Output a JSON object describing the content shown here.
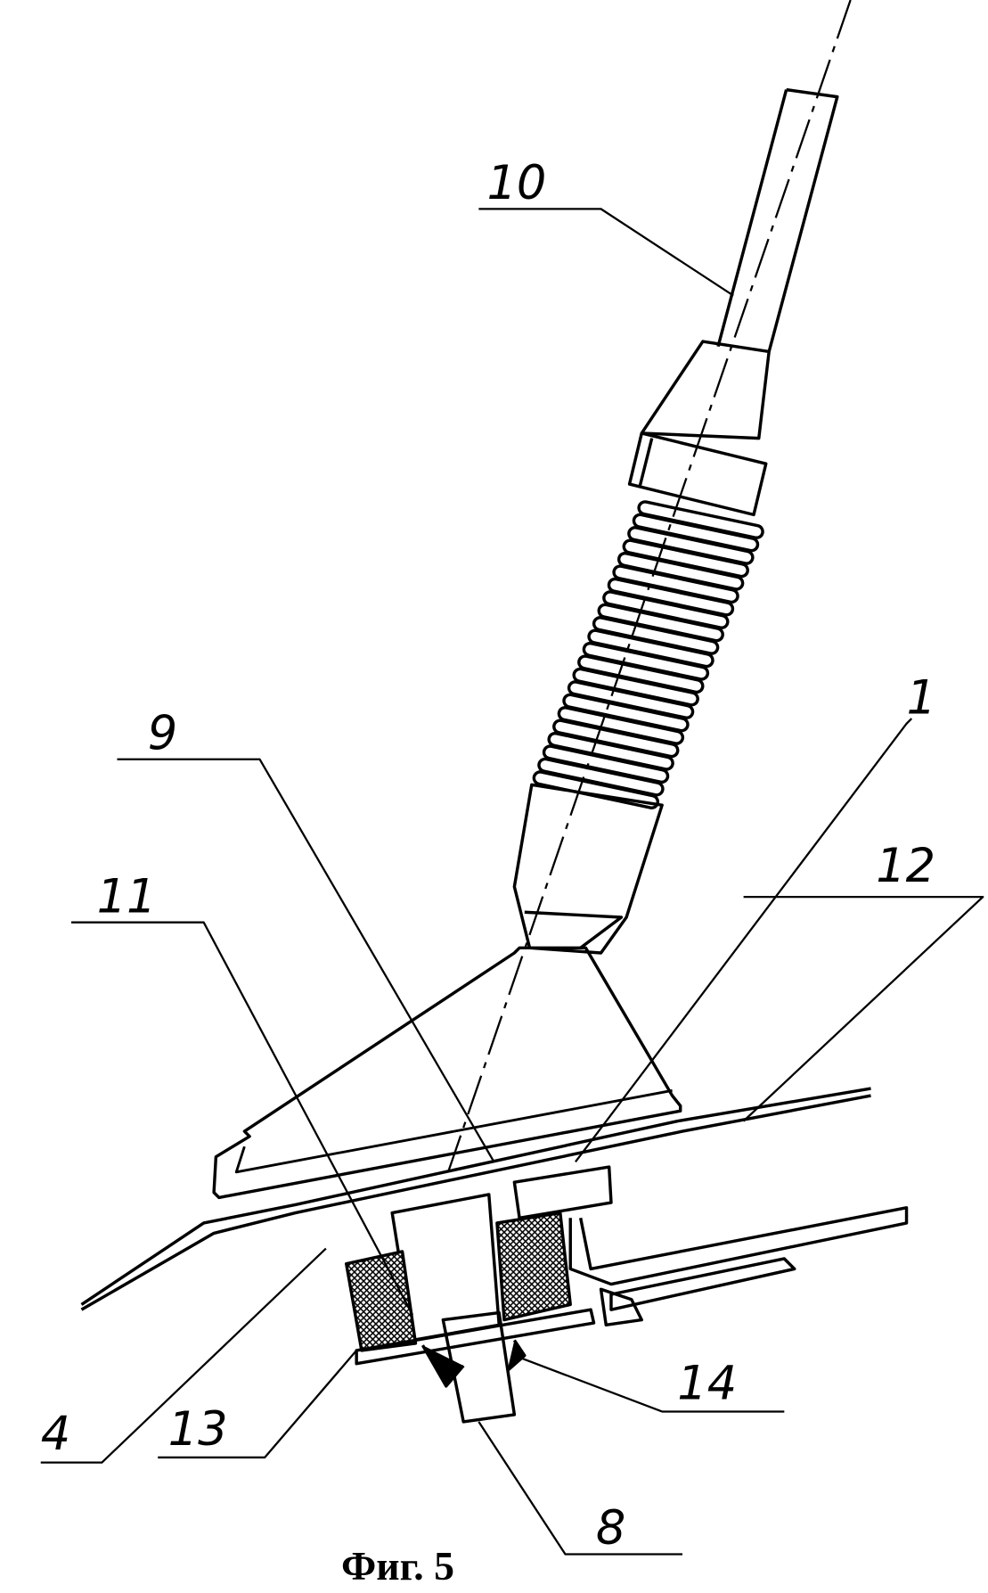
{
  "figure": {
    "caption": "Фиг. 5",
    "labels": {
      "l10": "10",
      "l9": "9",
      "l1": "1",
      "l11": "11",
      "l12": "12",
      "l4": "4",
      "l13": "13",
      "l14": "14",
      "l8": "8"
    }
  }
}
